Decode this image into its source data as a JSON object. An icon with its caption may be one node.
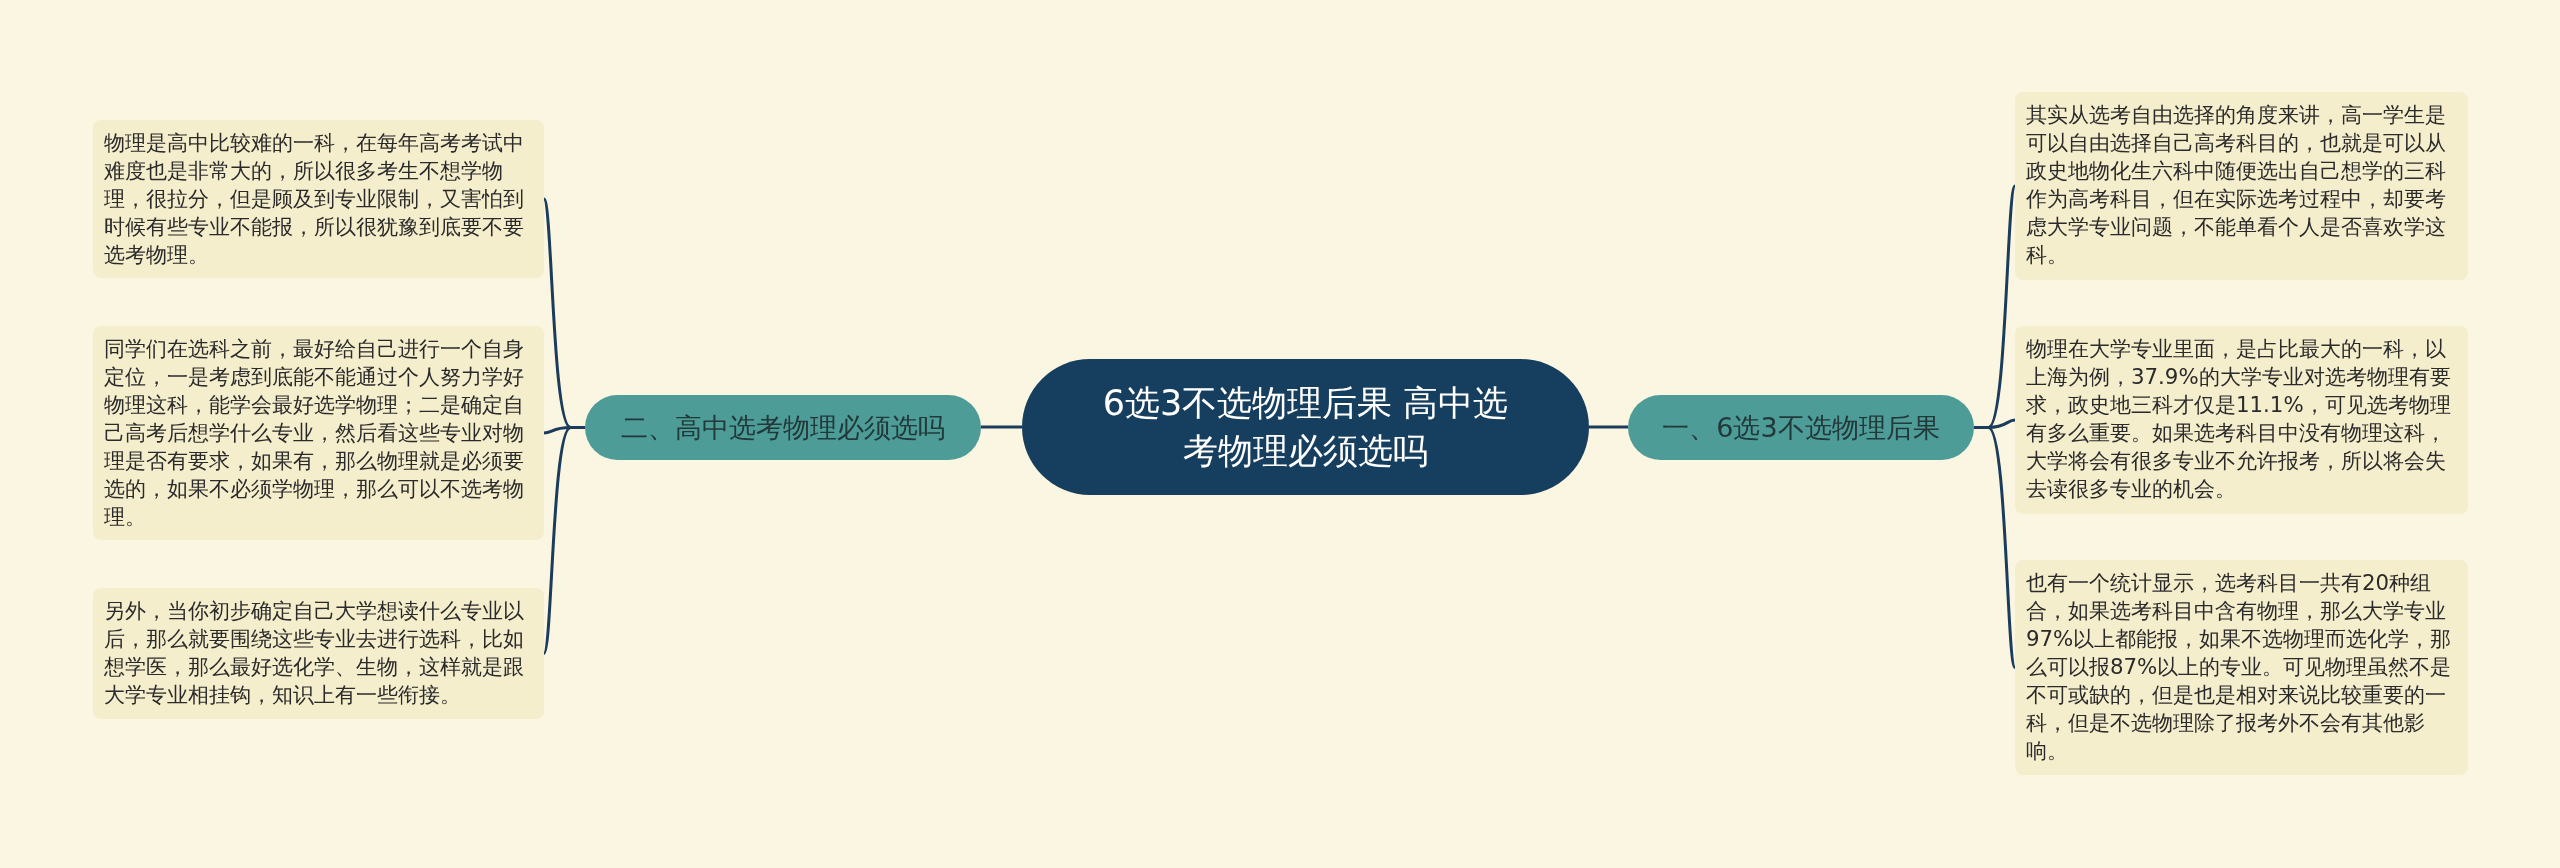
{
  "diagram": {
    "nodes": [
      {
        "text": [
          "6选3不选物理后果 高中选考物理必须选吗"
        ]
      },
      {
        "text": [
          "一、6选3不选物理后果"
        ]
      },
      {
        "text": [
          "其实从选考自由选择的角度来讲，高一学生是可以自由选择自己高考科目的，也就是可以从政史地物化生六科中随便选出自己想学的三科作为高考科目，但在实际选考过程中，却要考虑大学专业问题，不能单看个人是否喜欢学这科。"
        ]
      },
      {
        "text": [
          "物理在大学专业里面，是占比最大的一科，以上海为例，37.9%的大学专业对选考物理有要求，政史地三科才仅是11.1%，可见选考物理有多么重要。如果选考科目中没有物理这科，大学将会有很多专业不允许报考，所以将会失去读很多专业的机会。"
        ]
      },
      {
        "text": [
          "也有一个统计显示，选考科目一共有20种组合，如果选考科目中含有物理，那么大学专业97%以上都能报，如果不选物理而选化学，那么可以报87%以上的专业。可见物理虽然不是不可或缺的，但是也是相对来说比较重要的一科，但是不选物理除了报考外不会有其他影响。"
        ]
      },
      {
        "text": [
          "二、高中选考物理必须选吗"
        ]
      },
      {
        "text": [
          "物理是高中比较难的一科，在每年高考考试中难度也是非常大的，所以很多考生不想学物理，很拉分，但是顾及到专业限制，又害怕到时候有些专业不能报，所以很犹豫到底要不要选考物理。"
        ]
      },
      {
        "text": [
          "同学们在选科之前，最好给自己进行一个自身定位，一是考虑到底能不能通过个人努力学好物理这科，能学会最好选学物理；二是确定自己高考后想学什么专业，然后看这些专业对物理是否有要求，如果有，那么物理就是必须要选的，如果不必须学物理，那么可以不选考物理。"
        ]
      },
      {
        "text": [
          "另外，当你初步确定自己大学想读什么专业以后，那么就要围绕这些专业去进行选科，比如想学医，那么最好选化学、生物，这样就是跟大学专业相挂钩，知识上有一些衔接。"
        ]
      }
    ],
    "edges": [
      {
        "from": 0,
        "to": 1,
        "arrow": "none"
      },
      {
        "from": 1,
        "to": 2,
        "arrow": "none"
      },
      {
        "from": 1,
        "to": 3,
        "arrow": "none"
      },
      {
        "from": 1,
        "to": 4,
        "arrow": "none"
      },
      {
        "from": 0,
        "to": 5,
        "arrow": "none"
      },
      {
        "from": 5,
        "to": 6,
        "arrow": "none"
      },
      {
        "from": 5,
        "to": 7,
        "arrow": "none"
      },
      {
        "from": 5,
        "to": 8,
        "arrow": "none"
      }
    ]
  }
}
